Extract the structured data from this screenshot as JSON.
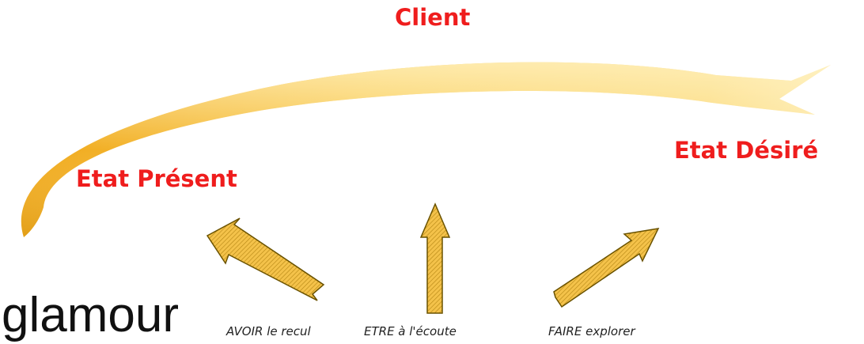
{
  "diagram": {
    "top_label": "Client",
    "left_label": "Etat Présent",
    "right_label": "Etat Désiré",
    "captions": [
      "AVOIR le recul",
      "ETRE à l'écoute",
      "FAIRE explorer"
    ],
    "overlay_word": "glamour",
    "colors": {
      "label_red": "#ef1d1d",
      "arrow_gold": "#f5b937",
      "arrow_light": "#fde79d",
      "arrow_outline": "#6a5200"
    }
  }
}
